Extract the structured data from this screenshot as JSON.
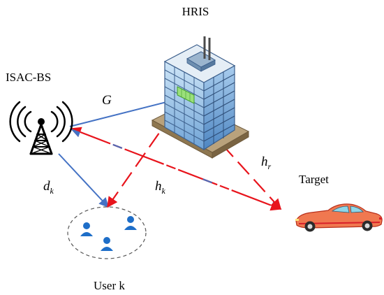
{
  "labels": {
    "hris": "HRIS",
    "isac_bs": "ISAC-BS",
    "target": "Target",
    "user_k": "User k"
  },
  "channels": {
    "G": {
      "symbol": "G",
      "subscript": ""
    },
    "d_k": {
      "symbol": "d",
      "subscript": "k"
    },
    "h_k": {
      "symbol": "h",
      "subscript": "k"
    },
    "h_r": {
      "symbol": "h",
      "subscript": "r"
    }
  },
  "colors": {
    "link_blue": "#4472C4",
    "link_red": "#E8141C",
    "user_blue": "#1E6EC8",
    "car_orange": "#F07850",
    "car_red": "#D8202A",
    "building_blue": "#7FB2E0",
    "building_dark": "#3C5F8C",
    "hris_panel": "#9BE07A"
  },
  "icons": {
    "bs": "radio-tower-icon",
    "hris": "building-icon",
    "target": "sports-car-icon",
    "user": "person-icon"
  }
}
